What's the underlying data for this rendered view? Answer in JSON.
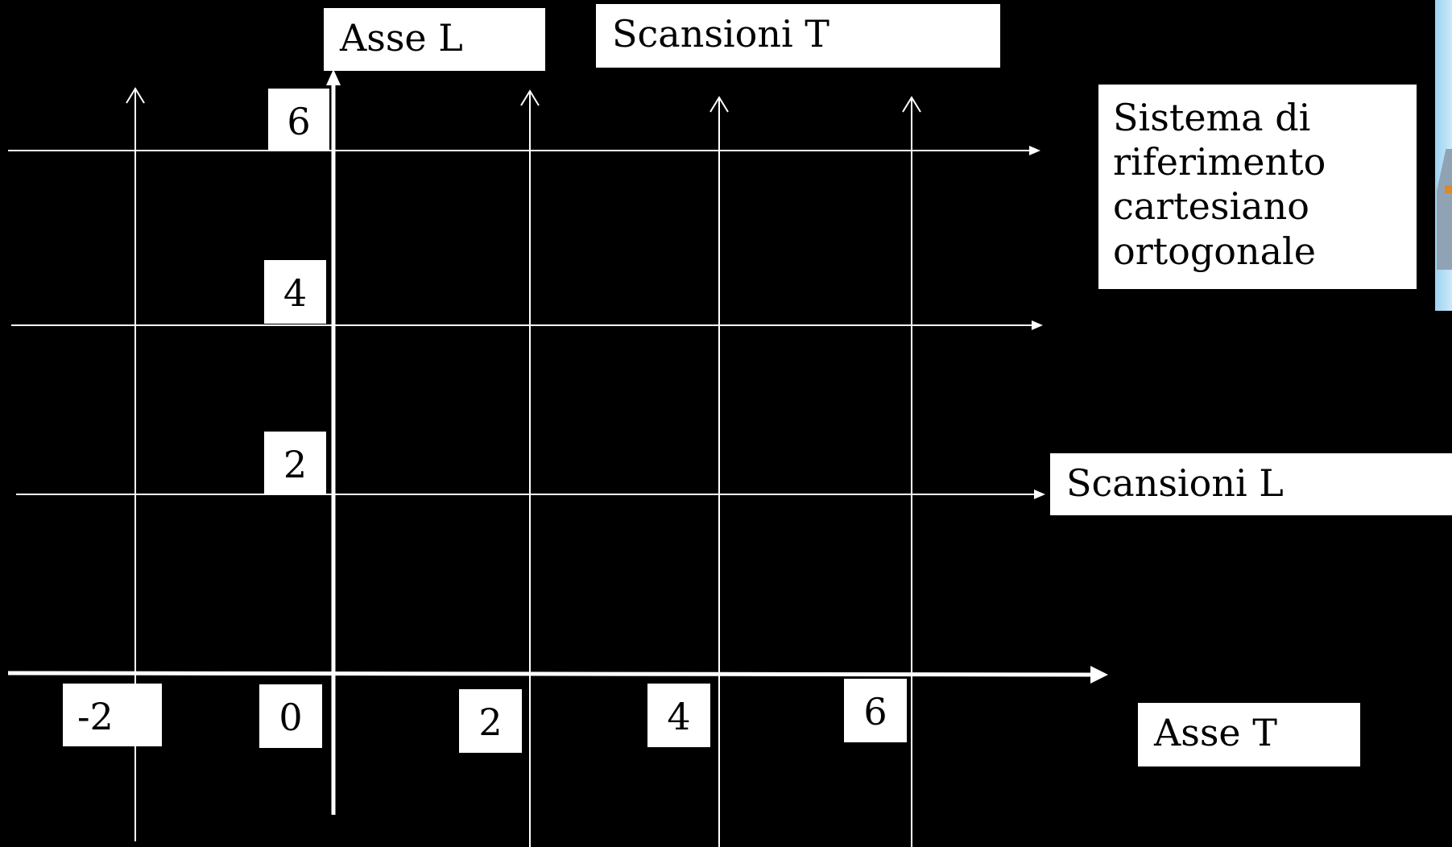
{
  "axes": {
    "vertical_axis_label": "Asse L",
    "horizontal_axis_label": "Asse T"
  },
  "scan_labels": {
    "transverse": "Scansioni T",
    "longitudinal": "Scansioni L"
  },
  "caption": "Sistema di\nriferimento\ncartesiano\nortogonale",
  "x_ticks": [
    "-2",
    "0",
    "2",
    "4",
    "6"
  ],
  "y_ticks": [
    "2",
    "4",
    "6"
  ],
  "colors": {
    "background": "#000000",
    "lines": "#ffffff",
    "label_background": "#ffffff",
    "label_text": "#000000"
  },
  "icons": {
    "arrowhead": "open-arrow",
    "side_image": "photo-strip"
  }
}
